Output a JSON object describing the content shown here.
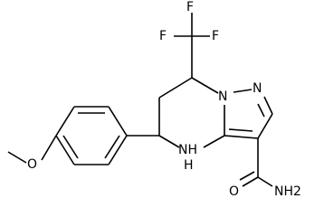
{
  "molecule": {
    "atoms": {
      "f_top": "F",
      "f_left": "F",
      "f_right": "F",
      "n_pyrazole_top": "N",
      "n_bridge": "N",
      "nh": "NH",
      "h": "H",
      "o_methoxy": "O",
      "o_carbonyl": "O",
      "nh2": "NH2"
    }
  }
}
